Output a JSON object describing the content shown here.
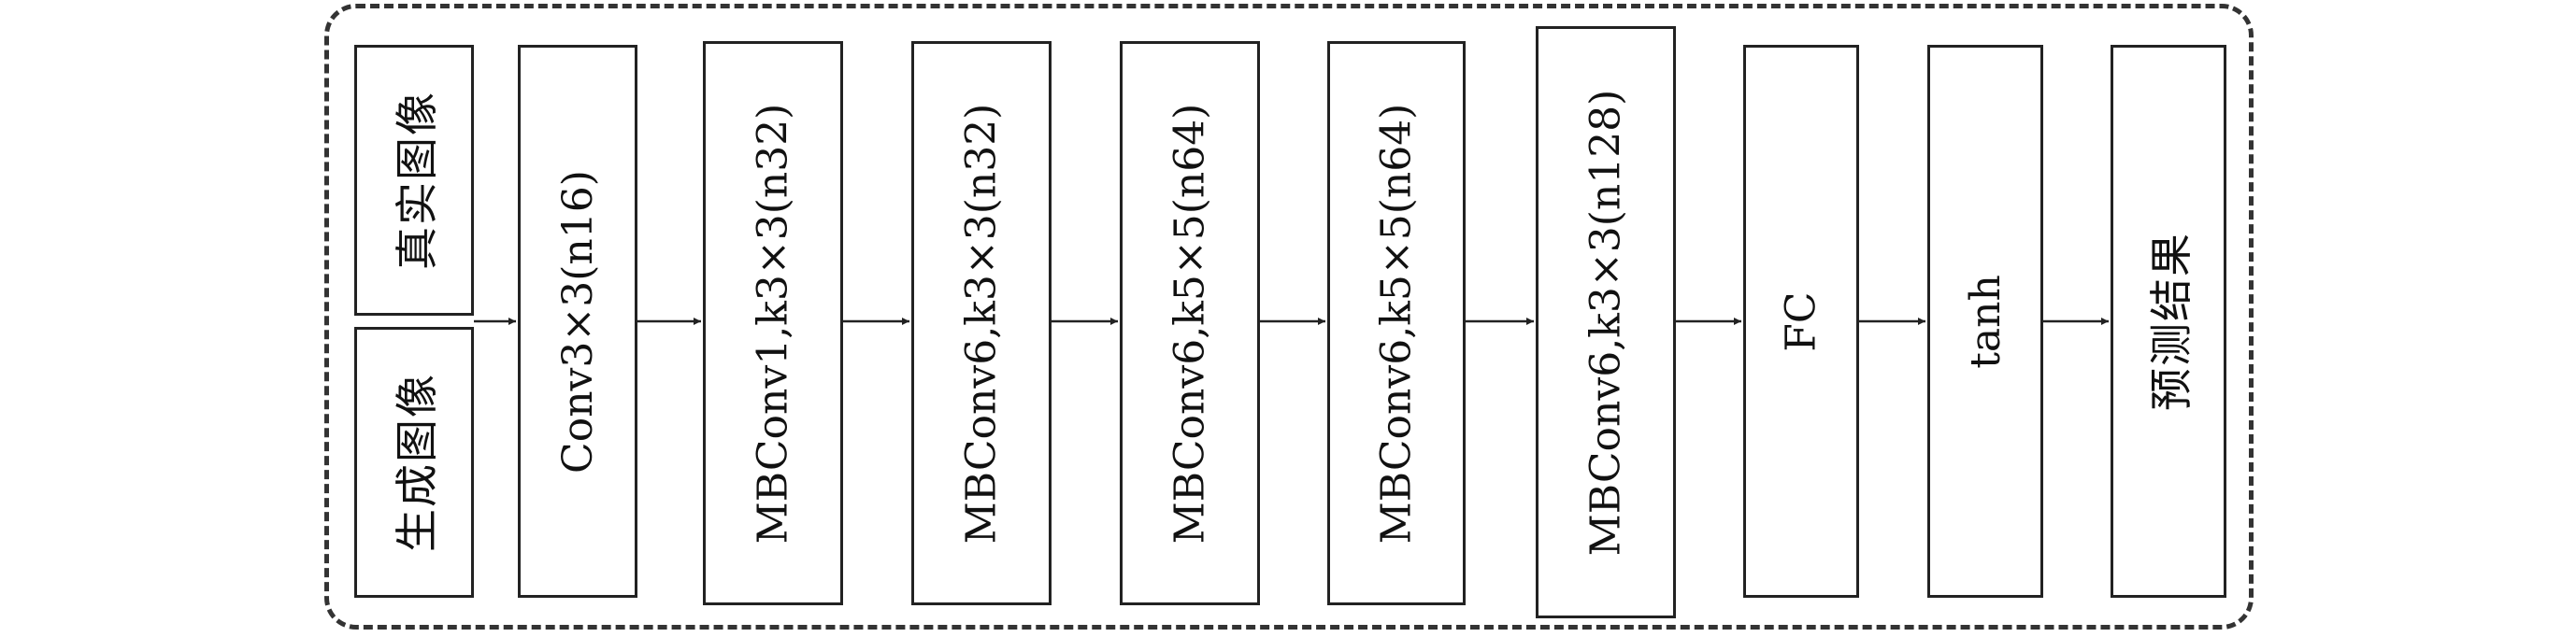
{
  "diagram": {
    "inputs": [
      {
        "id": "real",
        "label": "真实图像"
      },
      {
        "id": "generated",
        "label": "生成图像"
      }
    ],
    "blocks": [
      {
        "id": "conv",
        "label": "Conv3×3(n16)"
      },
      {
        "id": "mb1",
        "label": "MBConv1,k3×3(n32)"
      },
      {
        "id": "mb2",
        "label": "MBConv6,k3×3(n32)"
      },
      {
        "id": "mb3",
        "label": "MBConv6,k5×5(n64)"
      },
      {
        "id": "mb4",
        "label": "MBConv6,k5×5(n64)"
      },
      {
        "id": "mb5",
        "label": "MBConv6,k3×3(n128)"
      },
      {
        "id": "fc",
        "label": "FC"
      },
      {
        "id": "tanh",
        "label": "tanh"
      },
      {
        "id": "out",
        "label": "预测结果"
      }
    ]
  }
}
